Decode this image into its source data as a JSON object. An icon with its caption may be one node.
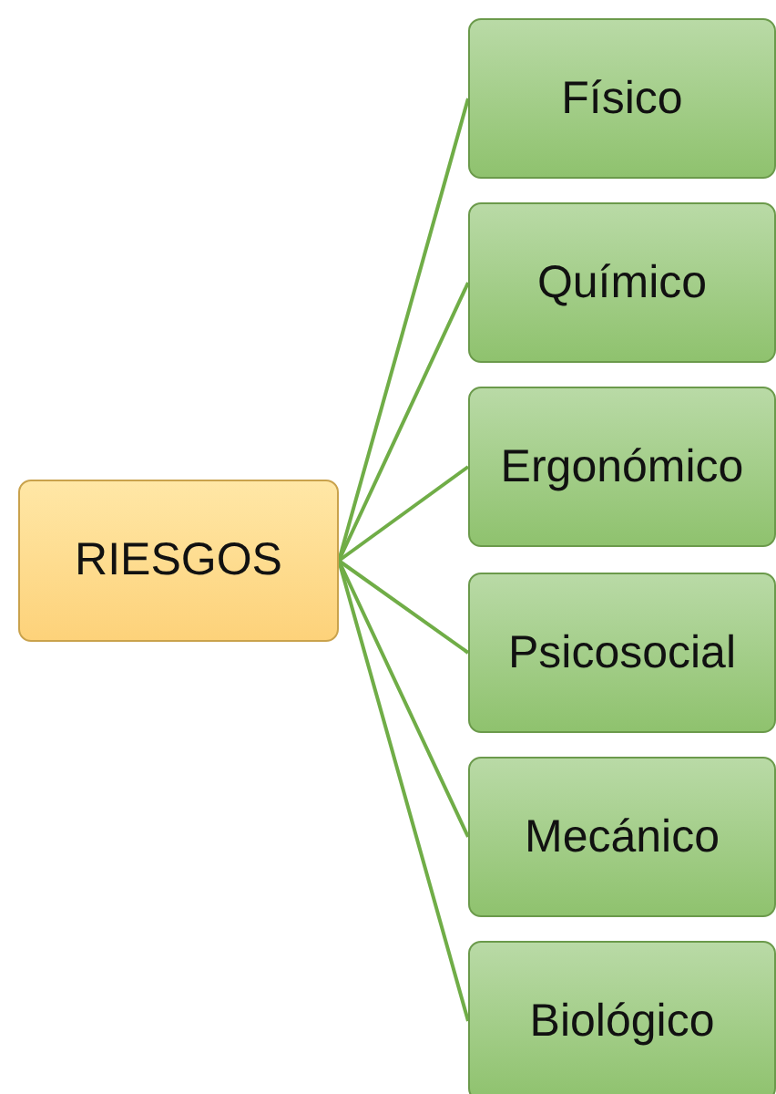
{
  "diagram": {
    "nodes": [
      {
        "text": [
          "RIESGOS"
        ]
      },
      {
        "text": [
          "Físico"
        ]
      },
      {
        "text": [
          "Químico"
        ]
      },
      {
        "text": [
          "Ergonómico"
        ]
      },
      {
        "text": [
          "Psicosocial"
        ]
      },
      {
        "text": [
          "Mecánico"
        ]
      },
      {
        "text": [
          "Biológico"
        ]
      }
    ],
    "edges": [
      {
        "from": 0,
        "to": 1,
        "arrow": "none"
      },
      {
        "from": 0,
        "to": 2,
        "arrow": "none"
      },
      {
        "from": 0,
        "to": 3,
        "arrow": "none"
      },
      {
        "from": 0,
        "to": 4,
        "arrow": "none"
      },
      {
        "from": 0,
        "to": 5,
        "arrow": "none"
      },
      {
        "from": 0,
        "to": 6,
        "arrow": "none"
      }
    ]
  }
}
